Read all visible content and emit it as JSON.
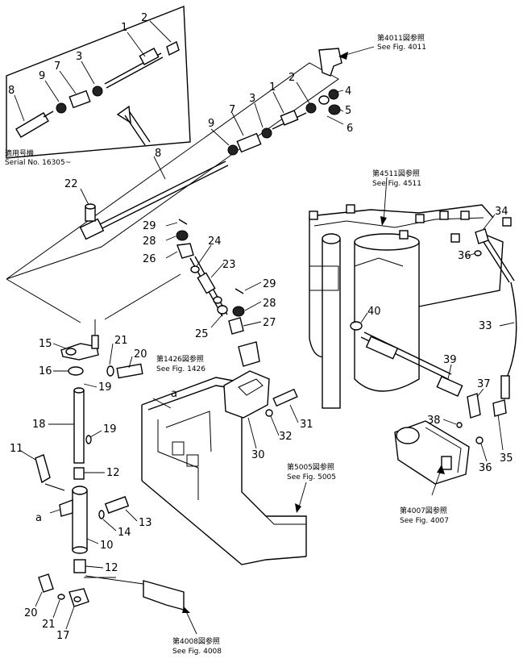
{
  "refs": {
    "fig4011_jp": "第4011図参照",
    "fig4011_en": "See Fig. 4011",
    "fig4511_jp": "第4511図参照",
    "fig4511_en": "See Fig. 4511",
    "fig1426_jp": "第1426図参照",
    "fig1426_en": "See Fig. 1426",
    "fig5005_jp": "第5005図参照",
    "fig5005_en": "See Fig. 5005",
    "fig4007_jp": "第4007図参照",
    "fig4007_en": "See Fig. 4007",
    "fig4008_jp": "第4008図参照",
    "fig4008_en": "See Fig. 4008"
  },
  "serial": {
    "jp": "適用号機",
    "en": "Serial No. 16305~"
  },
  "callouts": {
    "n1a": "1",
    "n2a": "2",
    "n3a": "3",
    "n7a": "7",
    "n9a": "9",
    "n8a": "8",
    "n1b": "1",
    "n2b": "2",
    "n3b": "3",
    "n4": "4",
    "n5": "5",
    "n6": "6",
    "n7b": "7",
    "n9b": "9",
    "n8b": "8",
    "n22": "22",
    "n29a": "29",
    "n28a": "28",
    "n26": "26",
    "n24": "24",
    "n23": "23",
    "n29b": "29",
    "n28b": "28",
    "n25": "25",
    "n27": "27",
    "n15": "15",
    "n21a": "21",
    "n20a": "20",
    "n16": "16",
    "n19a": "19",
    "n18": "18",
    "n19b": "19",
    "n11": "11",
    "n12a": "12",
    "n13": "13",
    "n14": "14",
    "n10": "10",
    "n12b": "12",
    "n20b": "20",
    "n21b": "21",
    "n17": "17",
    "n30": "30",
    "n31": "31",
    "n32": "32",
    "n34": "34",
    "n36a": "36",
    "n40": "40",
    "n33": "33",
    "n39": "39",
    "n37": "37",
    "n38": "38",
    "n36b": "36",
    "n35": "35",
    "a1": "a",
    "a2": "a"
  }
}
